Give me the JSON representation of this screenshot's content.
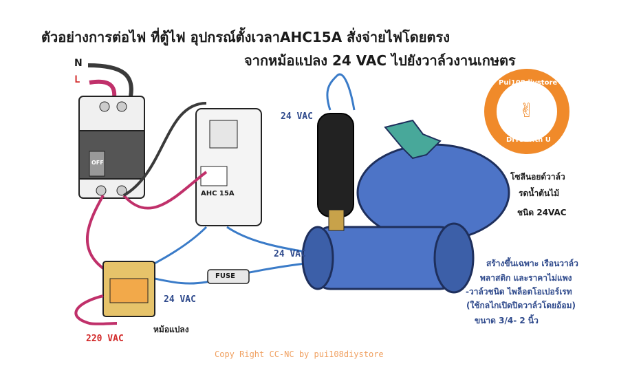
{
  "title": {
    "line1": "ตัวอย่างการต่อไฟ ที่ตู้ไฟ อุปกรณ์ตั้งเวลาAHC15A สั่งจ่ายไฟโดยตรง",
    "line2": "จากหม้อแปลง 24 VAC ไปยังวาล์วงานเกษตร"
  },
  "wiring": {
    "neutral": "N",
    "live": "L",
    "breaker_off": "OFF",
    "timer_model": "AHC 15A",
    "fuse": "FUSE",
    "v24_top": "24 VAC",
    "v24_mid": "24 VAC",
    "v24_low": "24 VAC",
    "v220": "220 VAC",
    "transformer": "หม้อแปลง"
  },
  "valve_notes": {
    "solenoid": [
      "โซลีนอยด์วาล์ว",
      "รดน้ำต้นไม้",
      "ชนิด 24VAC"
    ],
    "details": [
      "สร้างขึ้นเฉพาะ เรือนวาล์ว",
      "พลาสติก และราคาไม่แพง",
      "-วาล์วชนิด ไพล็อตโอเปอร์เรท",
      "(ใช้กลไกเปิดปิดวาล์วโดยอ้อม)",
      "ขนาด 3/4- 2 นิ้ว"
    ]
  },
  "badge": {
    "top": "Pui108diystore",
    "bottom": "DIYs with U"
  },
  "copyright": "Copy Right CC-NC by pui108diystore",
  "colors": {
    "wire_red": "#c0306a",
    "wire_blue": "#3a7bc8",
    "wire_dark": "#3a3a3a",
    "valve_blue": "#4d74c7",
    "badge_orange": "#f08a2a",
    "text_blue": "#2f4a8c",
    "text_red": "#d22a2a"
  }
}
